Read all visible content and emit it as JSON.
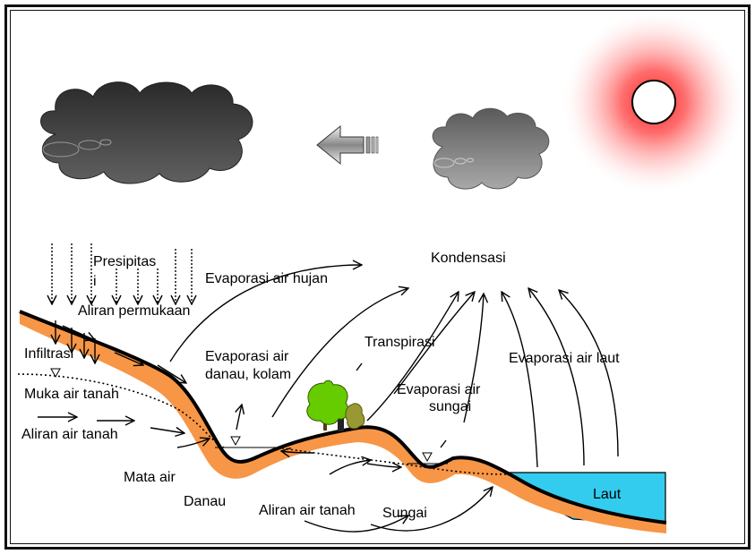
{
  "labels": {
    "kondensasi": "Kondensasi",
    "presipitasi_1": "Presipitas",
    "presipitasi_2": "i",
    "aliran_permukaan": "Aliran permukaan",
    "evaporasi_air_hujan": "Evaporasi air hujan",
    "infiltrasi": "Infiltrasi",
    "muka_air_tanah": "Muka air tanah",
    "aliran_air_tanah_left": "Aliran air tanah",
    "evaporasi_danau_1": "Evaporasi air",
    "evaporasi_danau_2": "danau, kolam",
    "transpirasi": "Transpirasi",
    "evaporasi_sungai_1": "Evaporasi air",
    "evaporasi_sungai_2": "sungai",
    "evaporasi_air_laut": "Evaporasi air laut",
    "mata_air": "Mata air",
    "danau": "Danau",
    "aliran_air_tanah_bottom": "Aliran air tanah",
    "sungai": "Sungai",
    "laut": "Laut"
  },
  "colors": {
    "ground": "#f79646",
    "sea": "#33ccee",
    "sun_glow": "#ff3333",
    "dark_cloud": "#404040",
    "light_cloud": "#7f7f7f",
    "tree_green": "#66cc00",
    "tree_olive": "#999933"
  }
}
